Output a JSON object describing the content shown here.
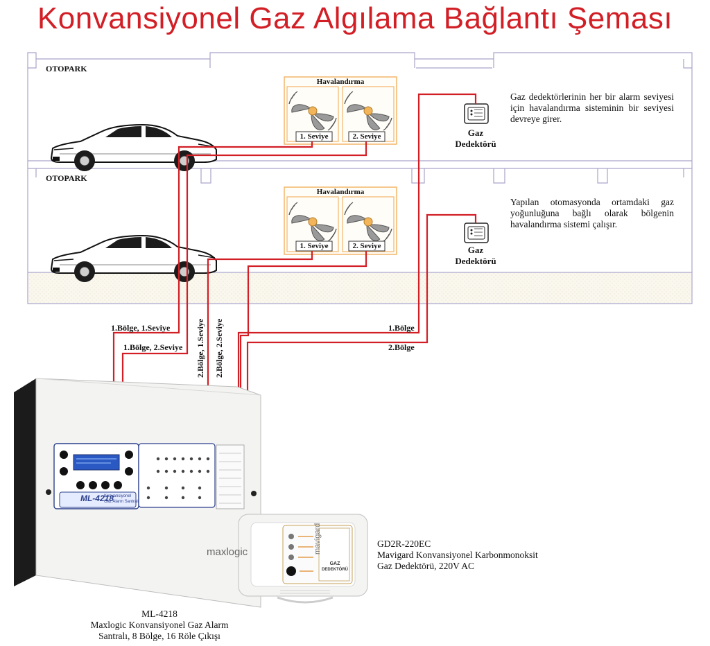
{
  "title": "Konvansiyonel Gaz Algılama Bağlantı Şeması",
  "floors": [
    {
      "label": "OTOPARK",
      "ventilation": {
        "title": "Havalandırma",
        "levels": [
          "1. Seviye",
          "2. Seviye"
        ]
      },
      "detector": {
        "line1": "Gaz",
        "line2": "Dedektörü"
      },
      "description": "Gaz dedektörlerinin her bir alarm seviyesi için havalandırma sisteminin bir seviyesi devreye girer."
    },
    {
      "label": "OTOPARK",
      "ventilation": {
        "title": "Havalandırma",
        "levels": [
          "1. Seviye",
          "2. Seviye"
        ]
      },
      "detector": {
        "line1": "Gaz",
        "line2": "Dedektörü"
      },
      "description": "Yapılan otomasyonda ortamdaki gaz yoğunluğuna bağlı olarak bölgenin havalandırma sistemi çalışır."
    }
  ],
  "wires": {
    "b1s1": "1.Bölge, 1.Seviye",
    "b1s2": "1.Bölge, 2.Seviye",
    "b2s1": "2.Bölge, 1.Seviye",
    "b2s2": "2.Bölge, 2.Seviye",
    "det1": "1.Bölge",
    "det2": "2.Bölge"
  },
  "panel": {
    "model_badge": "ML-4218",
    "badge_sub1": "Konvansiyonel",
    "badge_sub2": "Gaz Alarm Santralı",
    "brand": "maxlogic",
    "caption1": "ML-4218",
    "caption2": "Maxlogic Konvansiyonel Gaz Alarm",
    "caption3": "Santralı, 8 Bölge, 16 Röle Çıkışı"
  },
  "detector_unit": {
    "brand": "mavigard",
    "label1": "GAZ",
    "label2": "DEDEKTÖRÜ",
    "caption1": "GD2R-220EC",
    "caption2": "Mavigard Konvansiyonel Karbonmonoksit",
    "caption3": "Gaz Dedektörü, 220V AC"
  },
  "colors": {
    "title": "#d21f26",
    "wire": "#d21f26",
    "floor_outline": "#a9a3c9",
    "vent_box": "#f4b66a",
    "fan_hub": "#f2b55a"
  }
}
